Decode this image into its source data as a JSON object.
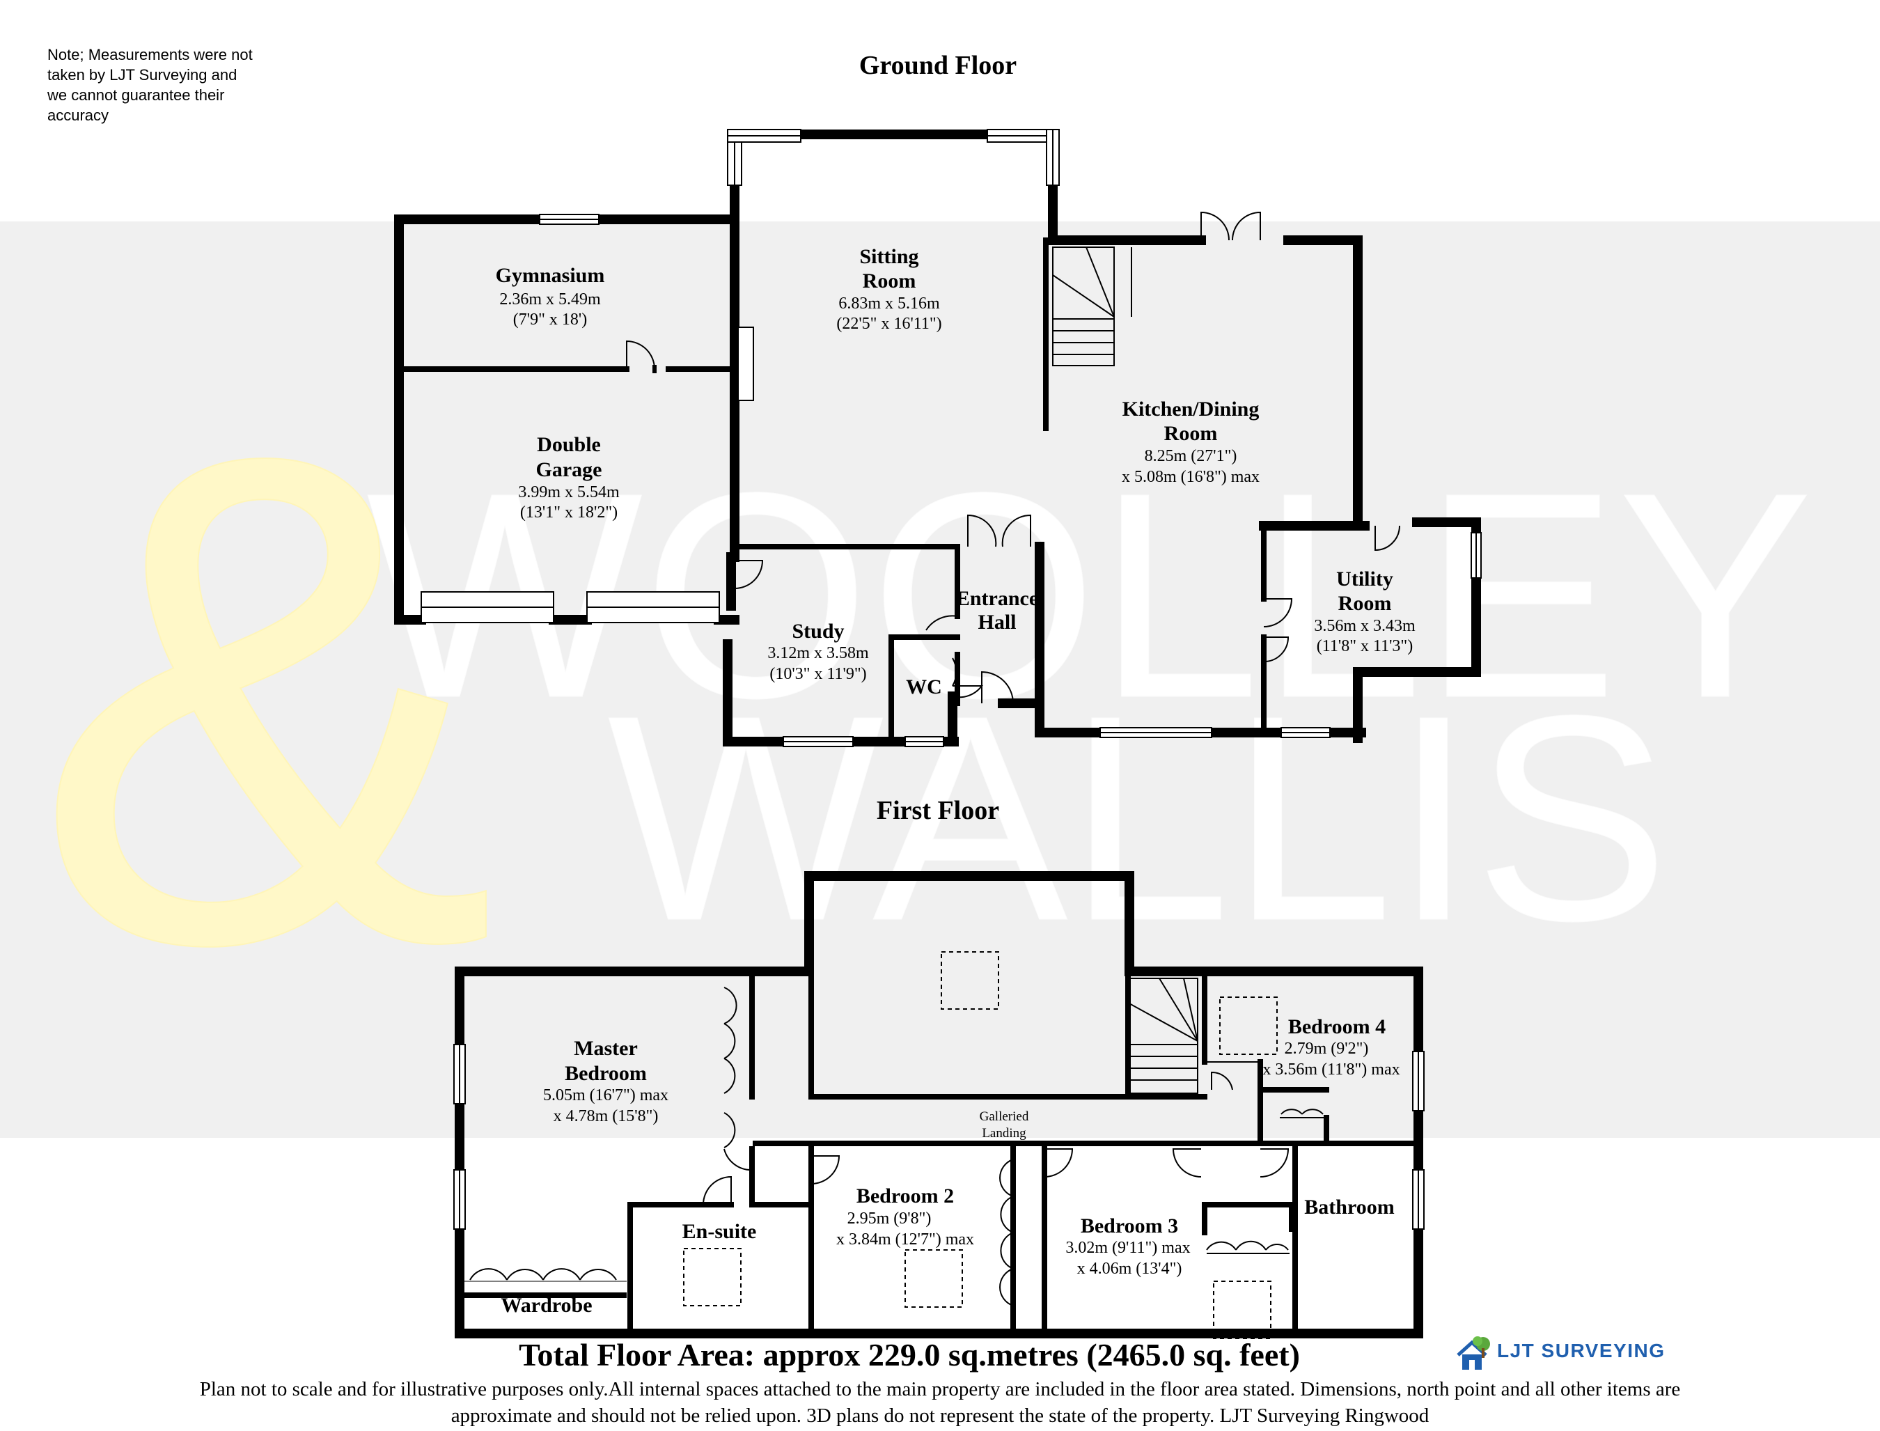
{
  "note": "Note; Measurements were not taken by LJT Surveying and we cannot guarantee their accuracy",
  "watermark": {
    "line1": "WOOLLEY",
    "line2": "WALLIS",
    "ampersand": "&"
  },
  "floors": [
    {
      "id": "ground",
      "title": "Ground Floor"
    },
    {
      "id": "first",
      "title": "First Floor"
    }
  ],
  "rooms": {
    "gymnasium": {
      "name": "Gymnasium",
      "dims": "2.36m x 5.49m",
      "imperial": "(7'9\" x 18')"
    },
    "double_garage": {
      "name1": "Double",
      "name2": "Garage",
      "dims": "3.99m x 5.54m",
      "imperial": "(13'1\" x 18'2\")"
    },
    "sitting_room": {
      "name1": "Sitting",
      "name2": "Room",
      "dims": "6.83m x 5.16m",
      "imperial": "(22'5\" x 16'11\")"
    },
    "kitchen_dining": {
      "name1": "Kitchen/Dining",
      "name2": "Room",
      "dims": "8.25m (27'1\")",
      "dims2": "x 5.08m (16'8\") max"
    },
    "utility_room": {
      "name1": "Utility",
      "name2": "Room",
      "dims": "3.56m x 3.43m",
      "imperial": "(11'8\" x 11'3\")"
    },
    "study": {
      "name": "Study",
      "dims": "3.12m x 3.58m",
      "imperial": "(10'3\" x 11'9\")"
    },
    "entrance_hall": {
      "name1": "Entrance",
      "name2": "Hall"
    },
    "wc": {
      "name": "WC"
    },
    "master_bedroom": {
      "name1": "Master",
      "name2": "Bedroom",
      "dims": "5.05m (16'7\") max",
      "dims2": "x 4.78m (15'8\")"
    },
    "galleried_landing": {
      "name1": "Galleried",
      "name2": "Landing"
    },
    "bedroom_4": {
      "name": "Bedroom 4",
      "dims": "2.79m (9'2\")",
      "dims2": "x 3.56m (11'8\") max"
    },
    "bedroom_2": {
      "name": "Bedroom 2",
      "dims": "2.95m (9'8\")",
      "dims2": "x 3.84m (12'7\") max"
    },
    "bedroom_3": {
      "name": "Bedroom 3",
      "dims": "3.02m (9'11\") max",
      "dims2": "x 4.06m (13'4\")"
    },
    "bathroom": {
      "name": "Bathroom"
    },
    "en_suite": {
      "name": "En-suite"
    },
    "wardrobe": {
      "name": "Wardrobe"
    }
  },
  "total_area": "Total Floor Area: approx 229.0 sq.metres (2465.0 sq. feet)",
  "disclaimer": {
    "line1": "Plan not to scale and for illustrative purposes only.All internal spaces attached to the main property are included in the floor area stated. Dimensions, north point and all other items are",
    "line2": "approximate and should not be relied upon. 3D plans do not represent the state of the property. LJT Surveying Ringwood"
  },
  "logo": {
    "text": "LJT SURVEYING",
    "icon": "house-tree-icon",
    "color": "#1f5fae",
    "accent": "#5aa83c"
  },
  "colors": {
    "wall": "#000000",
    "watermark_band": "#f0f0f0",
    "watermark_gold": "#fff7c2",
    "watermark_white": "#ffffff"
  }
}
